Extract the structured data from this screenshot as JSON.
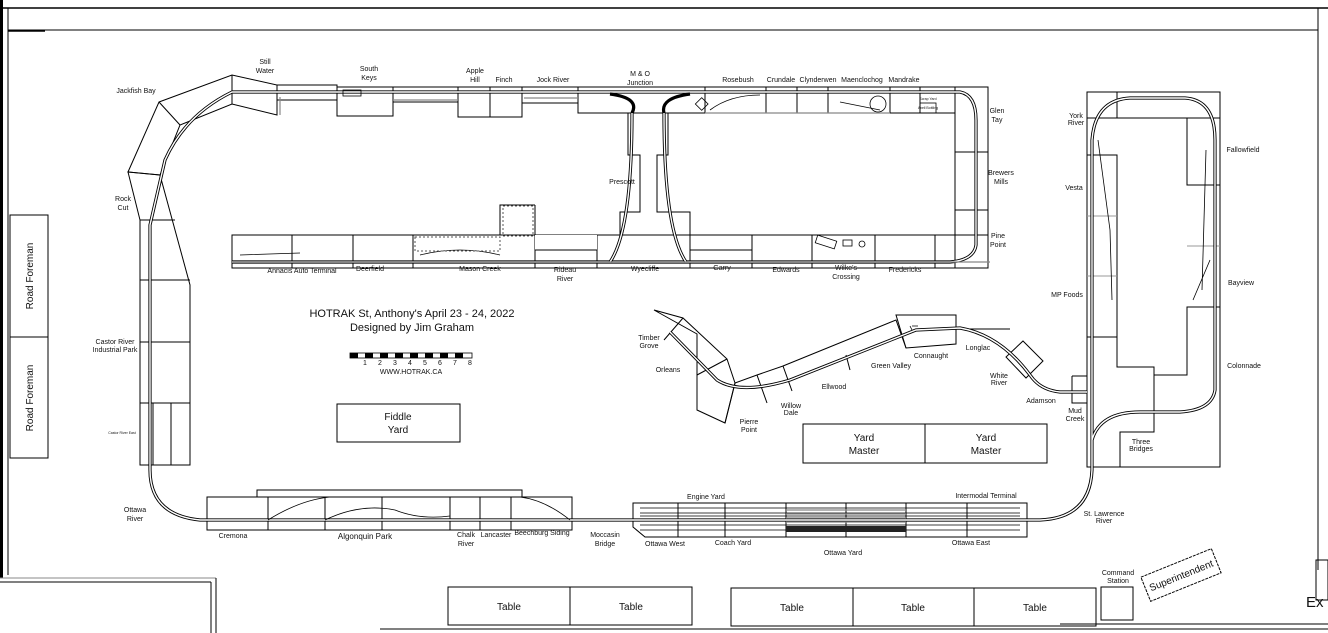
{
  "header": {
    "title": "HOTRAK St, Anthony's April 23 - 24, 2022",
    "designer": "Designed by Jim Graham",
    "website": "WWW.HOTRAK.CA",
    "scale_ticks": [
      "1",
      "2",
      "3",
      "4",
      "5",
      "6",
      "7",
      "8"
    ]
  },
  "rooms": {
    "road_foreman": [
      "Road Foreman",
      "Road Foreman"
    ],
    "fiddle_yard": [
      "Fiddle",
      "Yard"
    ],
    "yard_master": [
      [
        "Yard",
        "Master"
      ],
      [
        "Yard",
        "Master"
      ]
    ],
    "tables": [
      "Table",
      "Table",
      "Table",
      "Table",
      "Table"
    ],
    "command_station": [
      "Command",
      "Station"
    ],
    "superintendent": "Superintendent",
    "exit": "Ex"
  },
  "stations": {
    "still_water": [
      "Still",
      "Water"
    ],
    "south_keys": [
      "South",
      "Keys"
    ],
    "apple_hill": [
      "Apple",
      "Hill"
    ],
    "finch": "Finch",
    "jock_river": "Jock River",
    "mo_junction": [
      "M & O",
      "Junction"
    ],
    "rosebush": "Rosebush",
    "crundale": "Crundale",
    "clynderwen": "Clynderwen",
    "maenclochog": "Maenclochog",
    "mandrake": "Mandrake",
    "glen_tay": [
      "Glen",
      "Tay"
    ],
    "brewers_mills": [
      "Brewers",
      "Mills"
    ],
    "pine_point": [
      "Pine",
      "Point"
    ],
    "jackfish_bay": "Jackfish Bay",
    "rock_cut": [
      "Rock",
      "Cut"
    ],
    "castor_river_ip": [
      "Castor River",
      "Industrial Park"
    ],
    "castor_river_east": "Castor River East",
    "ottawa_river": [
      "Ottawa",
      "River"
    ],
    "prescott": "Prescott",
    "annacis": "Annacis Auto Terminal",
    "deerfield": "Deerfield",
    "mason_creek": "Mason Creek",
    "rideau_river": [
      "Rideau",
      "River"
    ],
    "wyecliffe": "Wyecliffe",
    "garry": "Garry",
    "edwards": "Edwards",
    "wilkes_crossing": [
      "Wilke's",
      "Crossing"
    ],
    "fredericks": "Fredericks",
    "cremona": "Cremona",
    "algonquin_park": "Algonquin Park",
    "chalk_river": [
      "Chalk",
      "River"
    ],
    "lancaster": "Lancaster",
    "beechburg_siding": "Beechburg Siding",
    "moccasin_bridge": [
      "Moccasin",
      "Bridge"
    ],
    "engine_yard": "Engine Yard",
    "intermodal_terminal": "Intermodal Terminal",
    "ottawa_west": "Ottawa West",
    "coach_yard": "Coach Yard",
    "ottawa_yard": "Ottawa Yard",
    "ottawa_east": "Ottawa East",
    "st_lawrence_river": [
      "St. Lawrence",
      "River"
    ],
    "york_river": [
      "York",
      "River"
    ],
    "vesta": "Vesta",
    "mp_foods": "MP Foods",
    "fallowfield": "Fallowfield",
    "bayview": "Bayview",
    "colonnade": "Colonnade",
    "mud_creek": [
      "Mud",
      "Creek"
    ],
    "three_bridges": [
      "Three",
      "Bridges"
    ],
    "timber_grove": [
      "Timber",
      "Grove"
    ],
    "orleans": "Orleans",
    "pierre_point": [
      "Pierre",
      "Point"
    ],
    "willow_dale": [
      "Willow",
      "Dale"
    ],
    "ellwood": "Ellwood",
    "green_valley": "Green Valley",
    "connaught": "Connaught",
    "longlac": "Longlac",
    "white_river": [
      "White",
      "River"
    ],
    "adamson": "Adamson",
    "scrap_yard": "Scrap Yard",
    "axell_bottling": "Axell Bottling"
  }
}
